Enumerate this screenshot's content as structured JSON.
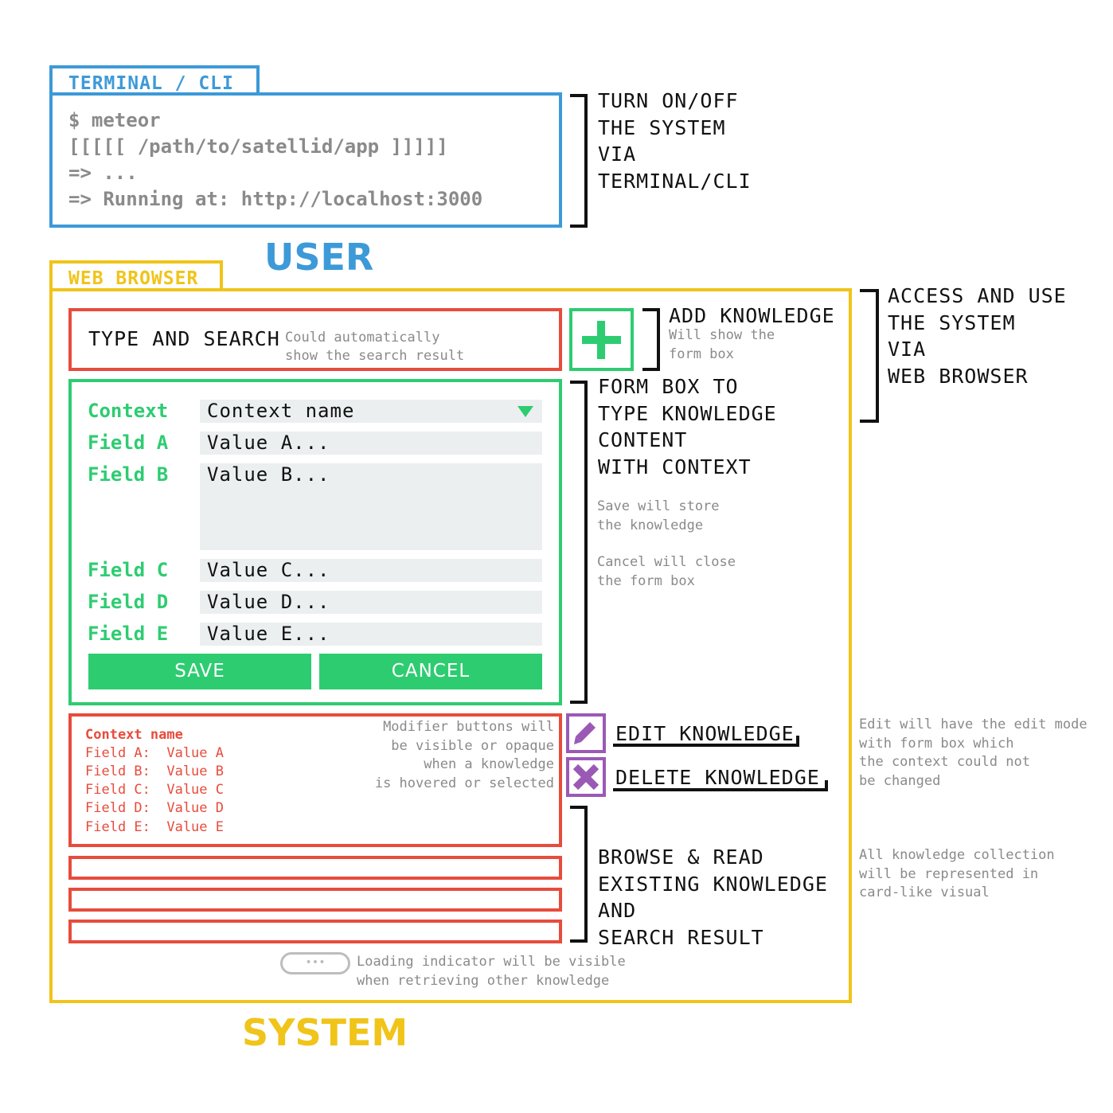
{
  "terminal": {
    "tab_label": "TERMINAL / CLI",
    "lines": [
      "$ meteor",
      "[[[[[ /path/to/satellid/app ]]]]]",
      "=> ...",
      "=> Running at: http://localhost:3000"
    ],
    "note": [
      "TURN ON/OFF",
      "THE SYSTEM",
      "VIA",
      "TERMINAL/CLI"
    ]
  },
  "user_label": "USER",
  "system_label": "SYSTEM",
  "browser": {
    "tab_label": "WEB BROWSER",
    "note": [
      "ACCESS AND USE",
      "THE SYSTEM",
      "VIA",
      "WEB BROWSER"
    ]
  },
  "search": {
    "label": "TYPE AND SEARCH",
    "note": [
      "Could automatically",
      "show the search result"
    ]
  },
  "add_knowledge": {
    "title": "ADD KNOWLEDGE",
    "note": [
      "Will show the",
      "form box"
    ]
  },
  "form": {
    "fields": [
      {
        "label": "Context",
        "value": "Context name"
      },
      {
        "label": "Field A",
        "value": "Value A..."
      },
      {
        "label": "Field B",
        "value": "Value B..."
      },
      {
        "label": "Field C",
        "value": "Value C..."
      },
      {
        "label": "Field D",
        "value": "Value D..."
      },
      {
        "label": "Field E",
        "value": "Value E..."
      }
    ],
    "save_label": "SAVE",
    "cancel_label": "CANCEL",
    "note_title": [
      "FORM BOX TO",
      "TYPE KNOWLEDGE",
      "CONTENT",
      "WITH CONTEXT"
    ],
    "note_save": [
      "Save will store",
      "the knowledge"
    ],
    "note_cancel": [
      "Cancel will close",
      "the form box"
    ]
  },
  "card": {
    "context": "Context name",
    "rows": [
      "Field A:  Value A",
      "Field B:  Value B",
      "Field C:  Value C",
      "Field D:  Value D",
      "Field E:  Value E"
    ],
    "note": [
      "Modifier buttons will",
      "be visible or opaque",
      "when a knowledge",
      "is hovered or selected"
    ]
  },
  "edit": {
    "label": "EDIT KNOWLEDGE",
    "note": [
      "Edit will have the edit mode",
      "with form box which",
      "the context could not",
      "be changed"
    ]
  },
  "delete": {
    "label": "DELETE KNOWLEDGE"
  },
  "browse": {
    "note_title": [
      "BROWSE & READ",
      "EXISTING KNOWLEDGE",
      "AND",
      "SEARCH RESULT"
    ],
    "note": [
      "All knowledge collection",
      "will be represented in",
      "card-like visual"
    ]
  },
  "loading": {
    "pill": "•••",
    "note": [
      "Loading indicator will be visible",
      "when retrieving other knowledge"
    ]
  },
  "colors": {
    "user_blue": "#3d9ad8",
    "system_yellow": "#f0c419",
    "search_red": "#e74c3c",
    "form_green": "#2ecc71",
    "modifier_purple": "#9b59b6"
  }
}
